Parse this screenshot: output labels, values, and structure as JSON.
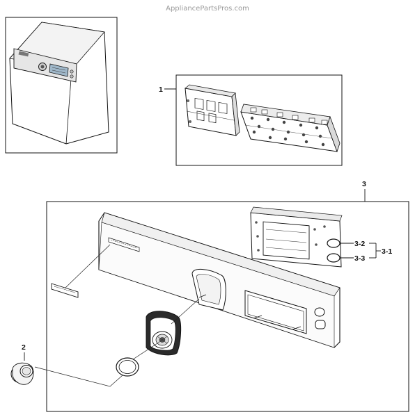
{
  "watermark": "AppliancePartsPros.com",
  "callouts": {
    "part_1": "1",
    "part_2": "2",
    "part_3": "3",
    "part_3_1": "3-1",
    "part_3_2": "3-2",
    "part_3_3": "3-3"
  }
}
